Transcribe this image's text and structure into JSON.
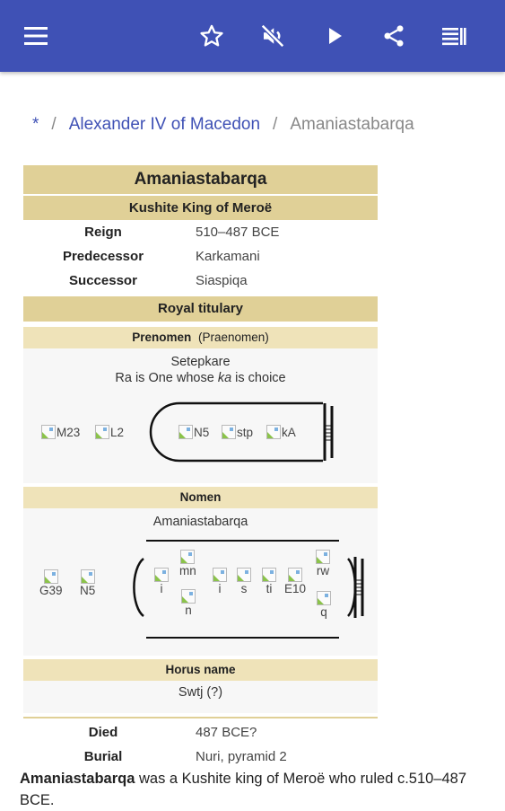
{
  "appbar": {
    "menu_icon": "menu-icon",
    "actions": [
      "star-icon",
      "volume-off-icon",
      "play-icon",
      "share-icon",
      "list-icon"
    ],
    "color": "#3f51b5"
  },
  "breadcrumb": {
    "home": "*",
    "parent": "Alexander IV of Macedon",
    "current": "Amaniastabarqa"
  },
  "infobox": {
    "title": "Amaniastabarqa",
    "subtitle": "Kushite King of Meroë",
    "rows": [
      {
        "label": "Reign",
        "value": "510–487 BCE"
      },
      {
        "label": "Predecessor",
        "value": "Karkamani"
      },
      {
        "label": "Successor",
        "value": "Siaspiqa"
      }
    ],
    "royal_titulary": "Royal titulary",
    "prenomen": {
      "heading": "Prenomen",
      "heading_note": "(Praenomen)",
      "name": "Setepkare",
      "meaning_before": "Ra is One whose ",
      "meaning_italic": "ka",
      "meaning_after": " is choice",
      "glyphs_outside": [
        "M23",
        "L2"
      ],
      "glyphs_cartouche": [
        "N5",
        "stp",
        "kA"
      ]
    },
    "nomen": {
      "heading": "Nomen",
      "name": "Amaniastabarqa",
      "glyphs_outside": [
        "G39",
        "N5"
      ],
      "glyphs_cartouche": [
        "i",
        "mn",
        "n",
        "i",
        "s",
        "ti",
        "E10",
        "rw",
        "q"
      ]
    },
    "horus": {
      "heading": "Horus name",
      "value": "Swtj (?)"
    },
    "death_rows": [
      {
        "label": "Died",
        "value": "487 BCE?"
      },
      {
        "label": "Burial",
        "value": "Nuri, pyramid 2"
      }
    ],
    "accent_color": "#e0d097"
  },
  "paragraph": {
    "bold": "Amaniastabarqa",
    "text": " was a Kushite king of Meroë who ruled c.510–487 BCE."
  }
}
